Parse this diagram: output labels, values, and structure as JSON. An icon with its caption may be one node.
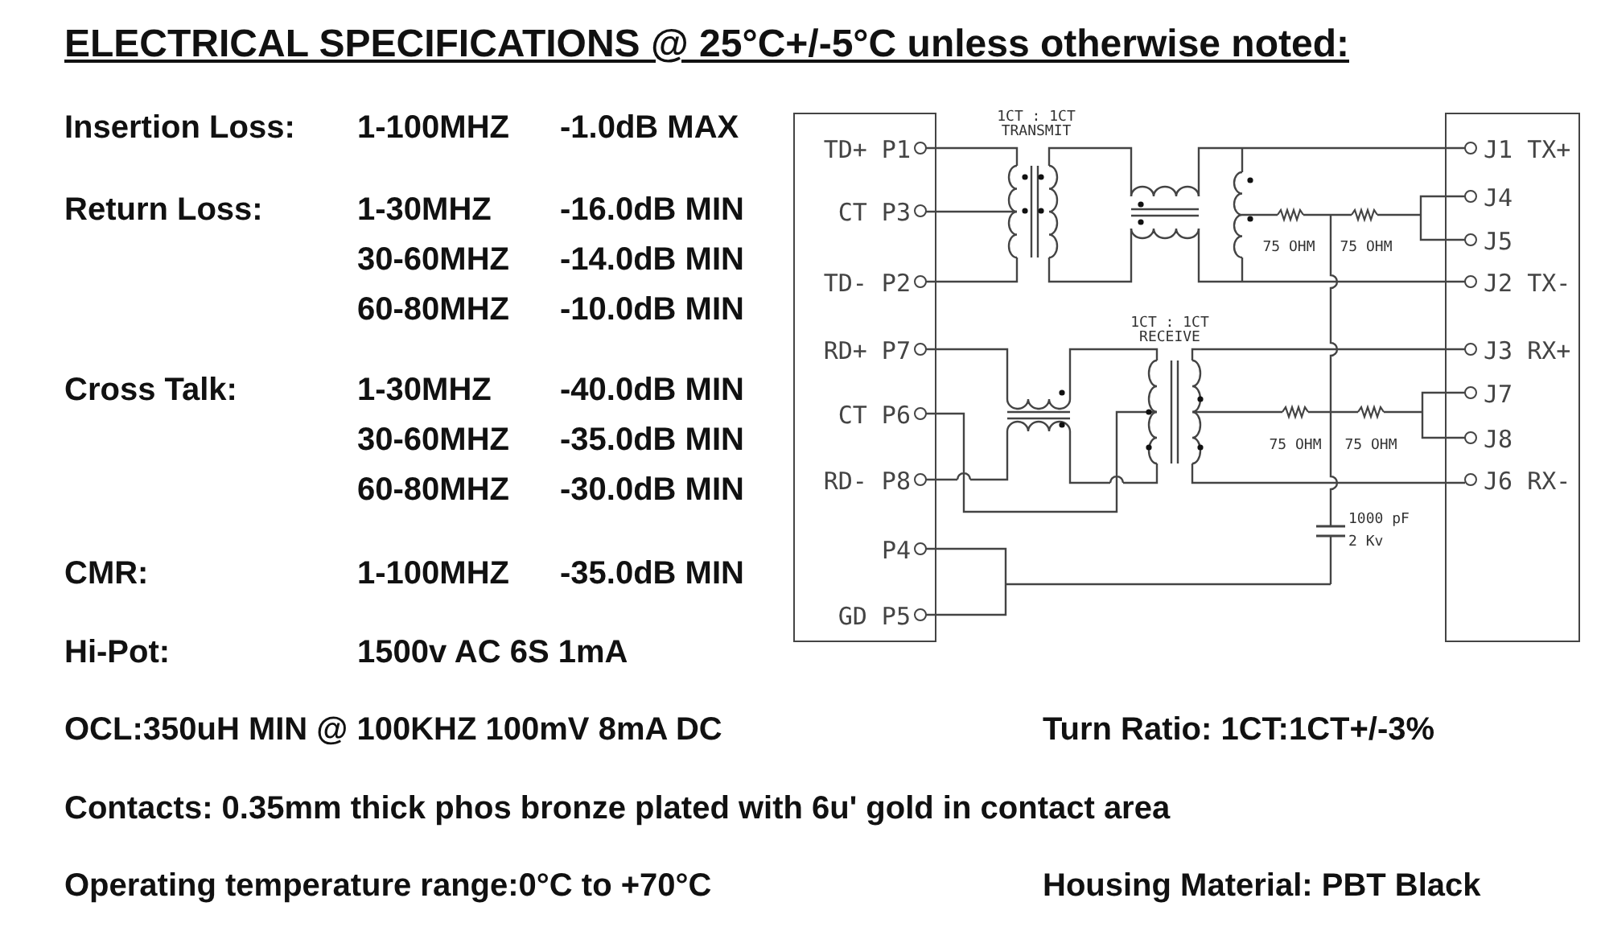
{
  "diagram": {
    "title": "ELECTRICAL SPECIFICATIONS @ 25°C+/-5°C unless otherwise noted:",
    "nodes": [
      {
        "text": [
          "TD+ P1",
          "CT P3",
          "TD- P2",
          "RD+ P7",
          "CT P6",
          "RD- P8",
          "P4",
          "GD P5"
        ]
      },
      {
        "text": [
          "J1 TX+",
          "J4",
          "J5",
          "J2 TX-",
          "J3 RX+",
          "J7",
          "J8",
          "J6 RX-"
        ]
      }
    ],
    "labels": [
      "Insertion Loss:",
      "1-100MHZ",
      "-1.0dB MAX",
      "Return Loss:",
      "1-30MHZ",
      "-16.0dB MIN",
      "30-60MHZ",
      "-14.0dB MIN",
      "60-80MHZ",
      "-10.0dB MIN",
      "Cross Talk:",
      "1-30MHZ",
      "-40.0dB MIN",
      "30-60MHZ",
      "-35.0dB MIN",
      "60-80MHZ",
      "-30.0dB MIN",
      "CMR:",
      "1-100MHZ",
      "-35.0dB MIN",
      "Hi-Pot:",
      "1500v AC 6S 1mA",
      "OCL:350uH MIN @ 100KHZ 100mV 8mA DC",
      "Turn Ratio: 1CT:1CT+/-3%",
      "Contacts: 0.35mm thick phos bronze plated with 6u' gold in contact area",
      "Operating temperature range:0°C to +70°C",
      "Housing Material: PBT Black",
      "1CT : 1CT",
      "TRANSMIT",
      "75 OHM",
      "75 OHM",
      "1CT : 1CT",
      "RECEIVE",
      "75 OHM",
      "75 OHM",
      "1000 pF",
      "2 Kv"
    ]
  }
}
